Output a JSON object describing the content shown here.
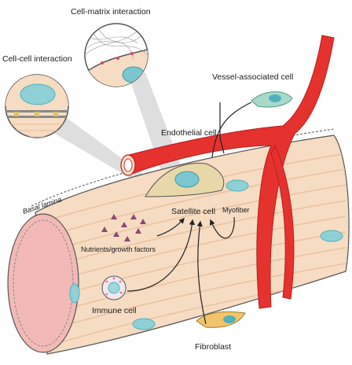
{
  "labels": {
    "cell_matrix": "Cell-matrix interaction",
    "cell_cell": "Cell-cell interaction",
    "vessel_associated": "Vessel-associated cell",
    "endothelial": "Endothelial cell",
    "basal_lamina": "Basal lamina",
    "satellite": "Satellite cell",
    "myofiber": "Myofiber",
    "nutrients": "Nutrients/growth factors",
    "immune": "Immune cell",
    "fibroblast": "Fibroblast"
  },
  "colors": {
    "fiber_fill": "#f6dcc3",
    "fiber_stripe": "#e9c3a1",
    "fiber_end": "#f2b9b6",
    "vessel": "#e5322f",
    "vessel_dark": "#b8201f",
    "cell_teal": "#7cc6cf",
    "nucleus": "#4fb1bd",
    "fibroblast": "#f3c56b",
    "nutrient": "#8a4a72",
    "immune_fill": "#f3e6ee",
    "zoom_gray": "#cfcfcf"
  }
}
